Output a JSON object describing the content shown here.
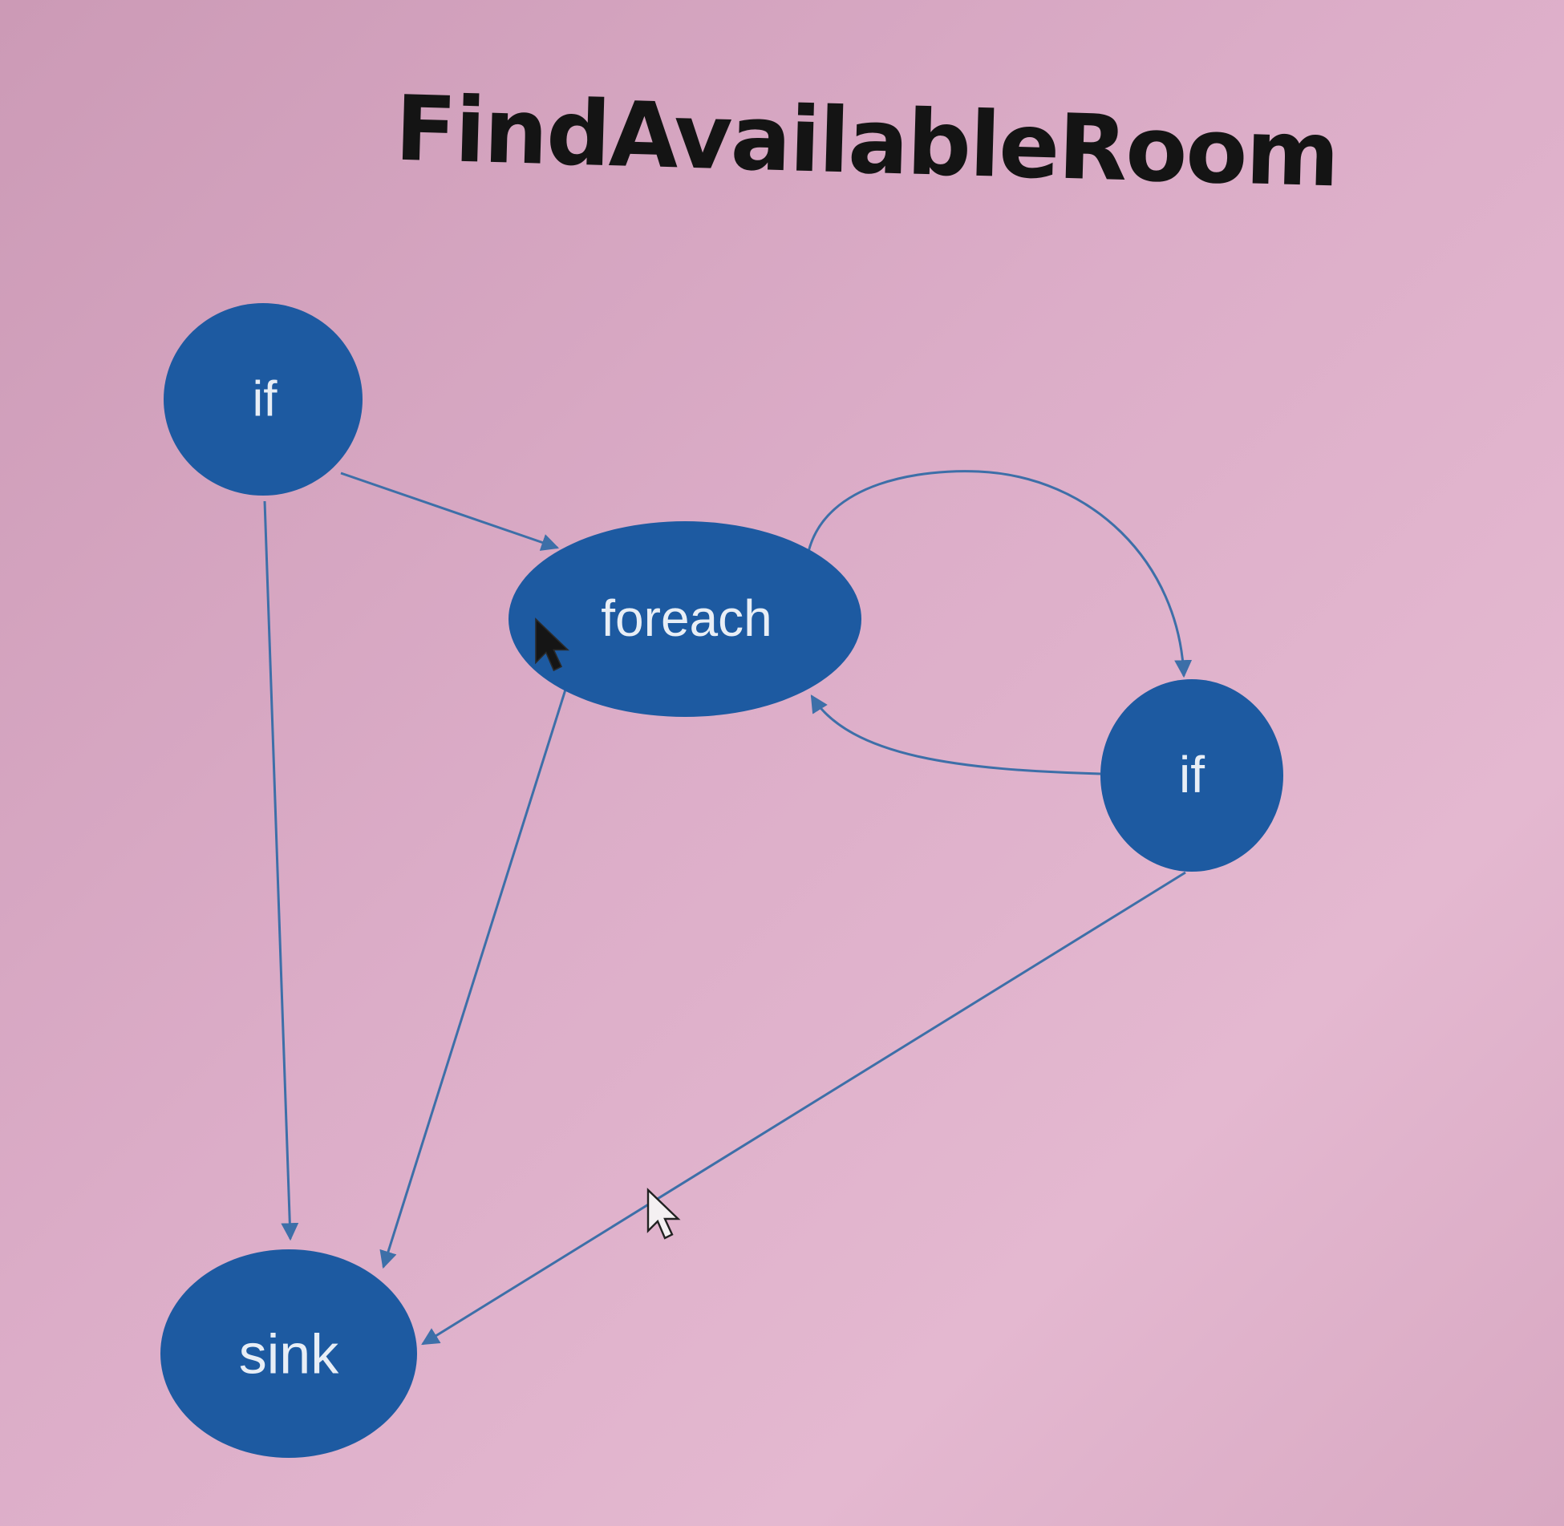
{
  "title": "FindAvailableRoom",
  "colors": {
    "background": "#d9a6c2",
    "node_fill": "#1d5aa1",
    "edge": "#3d6fa8",
    "title": "#141414"
  },
  "nodes": {
    "if_top": {
      "label": "if"
    },
    "foreach": {
      "label": "foreach"
    },
    "if_right": {
      "label": "if"
    },
    "sink": {
      "label": "sink"
    }
  },
  "edges": [
    {
      "from": "if_top",
      "to": "foreach"
    },
    {
      "from": "if_top",
      "to": "sink"
    },
    {
      "from": "foreach",
      "to": "if_right"
    },
    {
      "from": "if_right",
      "to": "foreach"
    },
    {
      "from": "foreach",
      "to": "sink"
    },
    {
      "from": "if_right",
      "to": "sink"
    }
  ],
  "cursors": [
    {
      "name": "black-arrow-cursor"
    },
    {
      "name": "white-arrow-cursor"
    }
  ]
}
